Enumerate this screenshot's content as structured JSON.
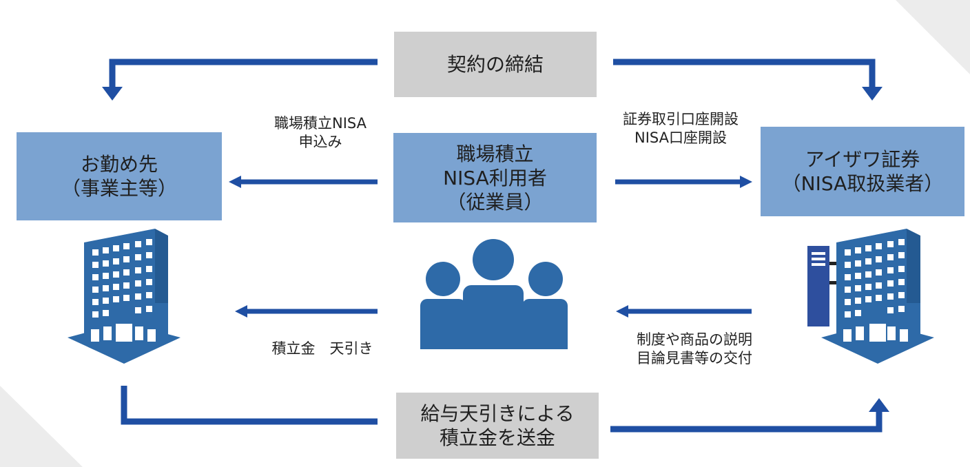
{
  "nodes": {
    "contract": {
      "lines": [
        "契約の締結"
      ]
    },
    "employer": {
      "lines": [
        "お勤め先",
        "（事業主等）"
      ]
    },
    "user": {
      "lines": [
        "職場積立",
        "NISA利用者",
        "（従業員）"
      ]
    },
    "securities": {
      "lines": [
        "アイザワ証券",
        "（NISA取扱業者）"
      ]
    },
    "remit": {
      "lines": [
        "給与天引きによる",
        "積立金を送金"
      ]
    }
  },
  "labels": {
    "apply": [
      "職場積立NISA",
      "申込み"
    ],
    "open_account": [
      "証券取引口座開設",
      "NISA口座開設"
    ],
    "deduction": [
      "積立金　天引き"
    ],
    "explain": [
      "制度や商品の説明",
      "目論見書等の交付"
    ]
  },
  "colors": {
    "arrow": "#1f4fa3",
    "node_blue": "#7ba3d1",
    "node_gray": "#cfcfcf",
    "icon": "#2e6aa8",
    "background": "#ececec"
  }
}
